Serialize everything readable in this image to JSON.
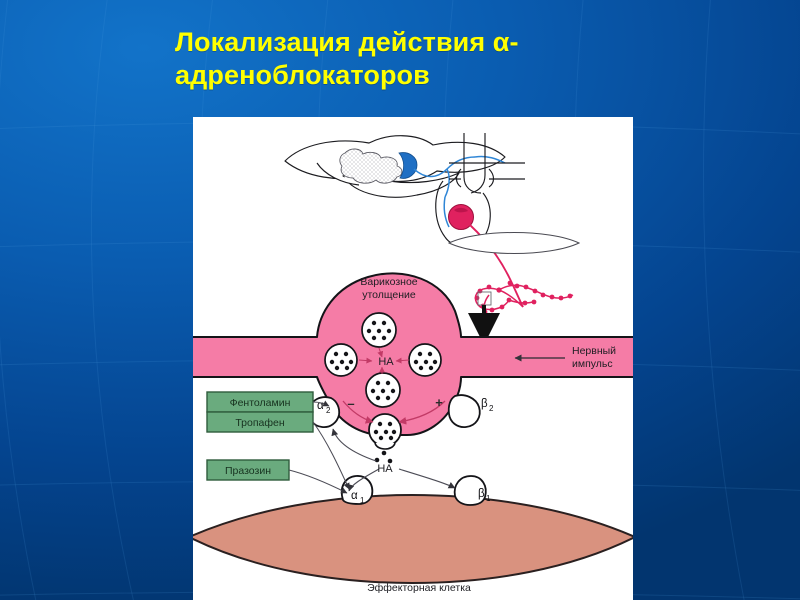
{
  "slide": {
    "title": "Локализация действия α-\nадреноблокаторов",
    "title_color": "#ffff00",
    "background_color": "#0a5cb0"
  },
  "diagram": {
    "caption_varicosity": "Варикозное\nутолщение",
    "caption_nerve_impulse": "Нервный\nимпульс",
    "caption_effector_cell": "Эффекторная клетка",
    "neurotransmitter_label_upper": "НА",
    "neurotransmitter_label_lower": "НА",
    "sign_minus": "–",
    "sign_plus": "+",
    "receptors": [
      {
        "greek": "α",
        "sub": "2",
        "name": "alpha-2-receptor"
      },
      {
        "greek": "β",
        "sub": "2",
        "name": "beta-2-receptor"
      },
      {
        "greek": "α",
        "sub": "1",
        "name": "alpha-1-receptor"
      },
      {
        "greek": "β",
        "sub": "1",
        "name": "beta-1-receptor"
      }
    ],
    "drug_boxes": [
      {
        "label": "Фентоламин"
      },
      {
        "label": "Тропафен"
      },
      {
        "label": "Празозин"
      }
    ],
    "colors": {
      "axon_pink": "#f57ca6",
      "axon_outline": "#1b1b1b",
      "effector_cell": "#d9927f",
      "effector_outline": "#2a2020",
      "drug_box_fill": "#6aab7e",
      "drug_box_border": "#2f5c3c",
      "ganglion_cell": "#e0215f",
      "preganglionic_blue": "#1f6fc4",
      "postganglionic_pink": "#e0215f",
      "panel_background": "#ffffff"
    }
  }
}
